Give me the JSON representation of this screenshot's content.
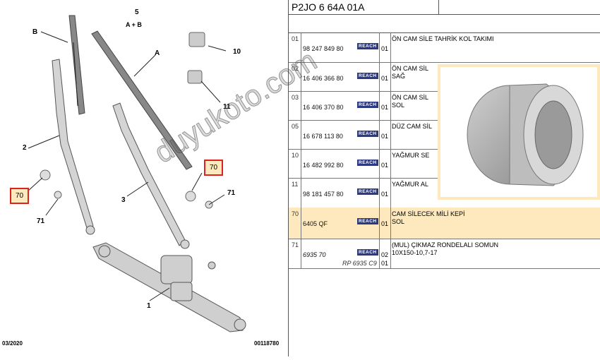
{
  "diagram": {
    "labels": {
      "n5": "5",
      "n5ab": "A + B",
      "b": "B",
      "a": "A",
      "n10": "10",
      "n11": "11",
      "n2": "2",
      "n3": "3",
      "n1": "1",
      "n71a": "71",
      "n71b": "71"
    },
    "callouts": [
      "70",
      "70"
    ],
    "footer_left": "03/2020",
    "footer_right": "00118780"
  },
  "header": {
    "code": "P2JO 6 64A 01A"
  },
  "brand": "REACH",
  "rows": [
    {
      "num": "01",
      "ref": "98 247 849 80",
      "qty": "01",
      "desc": [
        "ÖN CAM SİLE TAHRİK KOL TAKIMI"
      ]
    },
    {
      "num": "02",
      "ref": "16 406 366 80",
      "qty": "01",
      "desc": [
        "ÖN CAM SİL",
        "SAĞ"
      ]
    },
    {
      "num": "03",
      "ref": "16 406 370 80",
      "qty": "01",
      "desc": [
        "ÖN CAM SİL",
        "SOL"
      ]
    },
    {
      "num": "05",
      "ref": "16 678 113 80",
      "qty": "01",
      "desc": [
        "DÜZ CAM SİL"
      ]
    },
    {
      "num": "10",
      "ref": "16 482 992 80",
      "qty": "01",
      "desc": [
        "YAĞMUR SE"
      ]
    },
    {
      "num": "11",
      "ref": "98 181 457 80",
      "qty": "01",
      "desc": [
        "YAĞMUR AL"
      ]
    },
    {
      "num": "70",
      "ref": "6405 QF",
      "qty": "01",
      "desc": [
        "CAM SİLECEK MİLİ KEPİ",
        "SOL"
      ]
    },
    {
      "num": "71",
      "ref": "6935 70",
      "ref2": "RP 6935 C9",
      "qty": "02",
      "qty2": "01",
      "desc": [
        "(MUL) ÇIKMAZ RONDELALI SOMUN",
        "10X150-10,7-17"
      ]
    }
  ],
  "watermark": "duyukoto.com"
}
